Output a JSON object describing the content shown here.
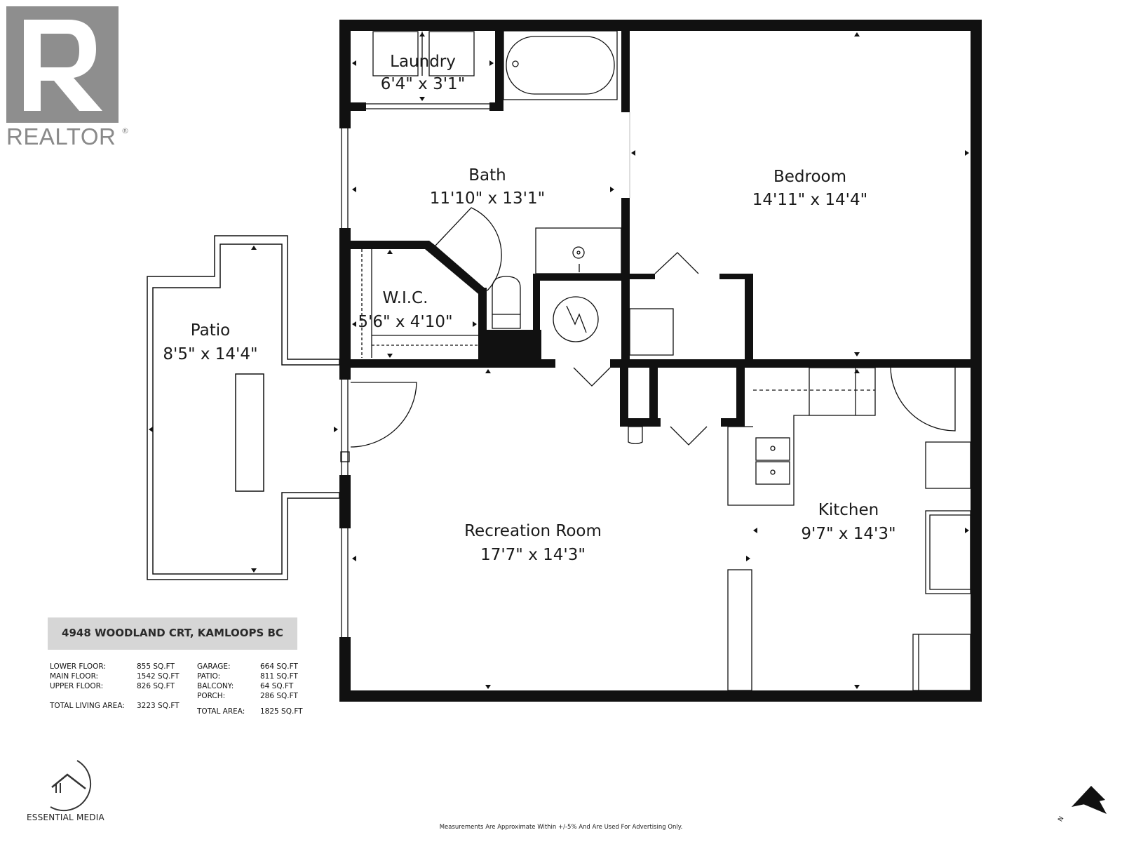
{
  "brand": {
    "name": "REALTOR",
    "registered_mark": "®",
    "logo_letter": "R"
  },
  "rooms": [
    {
      "name": "Laundry",
      "dims": "6'4\" x 3'1\""
    },
    {
      "name": "Bath",
      "dims": "11'10\" x 13'1\""
    },
    {
      "name": "Bedroom",
      "dims": "14'11\" x 14'4\""
    },
    {
      "name": "W.I.C.",
      "dims": "5'6\" x 4'10\""
    },
    {
      "name": "Patio",
      "dims": "8'5\" x 14'4\""
    },
    {
      "name": "Recreation Room",
      "dims": "17'7\" x 14'3\""
    },
    {
      "name": "Kitchen",
      "dims": "9'7\" x 14'3\""
    }
  ],
  "address": "4948 WOODLAND CRT, KAMLOOPS BC",
  "areas_left": [
    {
      "label": "LOWER FLOOR:",
      "value": "855 SQ.FT"
    },
    {
      "label": "MAIN FLOOR:",
      "value": "1542 SQ.FT"
    },
    {
      "label": "UPPER FLOOR:",
      "value": "826 SQ.FT"
    }
  ],
  "total_living": {
    "label": "TOTAL LIVING AREA:",
    "value": "3223 SQ.FT"
  },
  "areas_right": [
    {
      "label": "GARAGE:",
      "value": "664 SQ.FT"
    },
    {
      "label": "PATIO:",
      "value": "811 SQ.FT"
    },
    {
      "label": "BALCONY:",
      "value": "64 SQ.FT"
    },
    {
      "label": "PORCH:",
      "value": "286 SQ.FT"
    }
  ],
  "total_area": {
    "label": "TOTAL AREA:",
    "value": "1825 SQ.FT"
  },
  "photographer": "ESSENTIAL MEDIA",
  "disclaimer": "Measurements Are Approximate Within +/-5% And Are Used For Advertising Only.",
  "compass": {
    "label": "N",
    "icon": "north-arrow-icon"
  }
}
